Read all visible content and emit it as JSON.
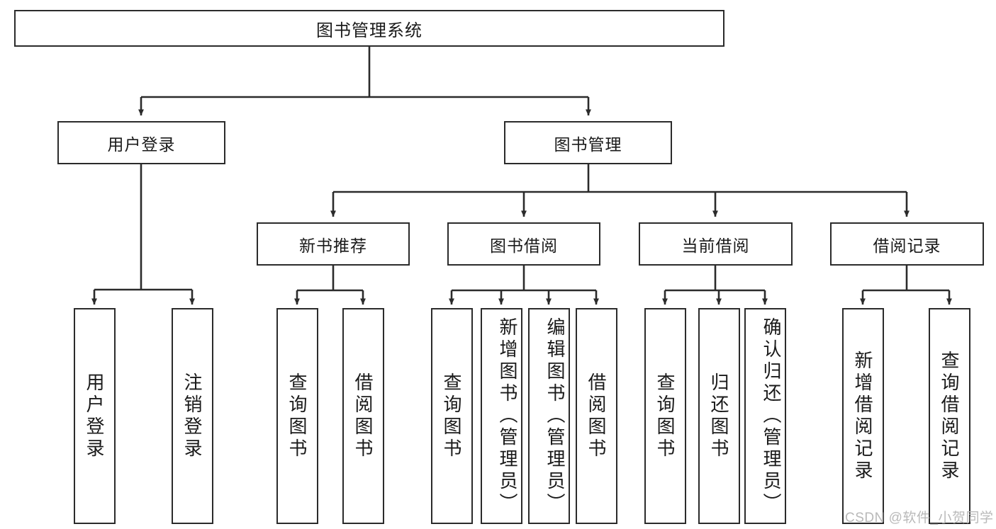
{
  "diagram": {
    "type": "tree-hierarchy",
    "title": "图书管理系统",
    "colors": {
      "stroke": "#2b2b2b",
      "fill": "#ffffff",
      "text": "#1a1a1a",
      "watermark": "#b9b9b9",
      "background": "#ffffff"
    },
    "levels": {
      "root": {
        "label": "图书管理系统"
      },
      "level2": [
        {
          "label": "用户登录"
        },
        {
          "label": "图书管理"
        }
      ],
      "level3": [
        {
          "label": "新书推荐"
        },
        {
          "label": "图书借阅"
        },
        {
          "label": "当前借阅"
        },
        {
          "label": "借阅记录"
        }
      ],
      "leaves": {
        "user_login": [
          {
            "label": "用户登录"
          },
          {
            "label": "注销登录"
          }
        ],
        "new_book_recommend": [
          {
            "label": "查询图书"
          },
          {
            "label": "借阅图书"
          }
        ],
        "book_borrow": [
          {
            "label": "查询图书"
          },
          {
            "label": "新增图书（管理员）"
          },
          {
            "label": "编辑图书（管理员）"
          },
          {
            "label": "借阅图书"
          }
        ],
        "current_borrow": [
          {
            "label": "查询图书"
          },
          {
            "label": "归还图书"
          },
          {
            "label": "确认归还（管理员）"
          }
        ],
        "borrow_record": [
          {
            "label": "新增借阅记录"
          },
          {
            "label": "查询借阅记录"
          }
        ]
      }
    },
    "watermark": "CSDN @软件_小贺同学"
  }
}
